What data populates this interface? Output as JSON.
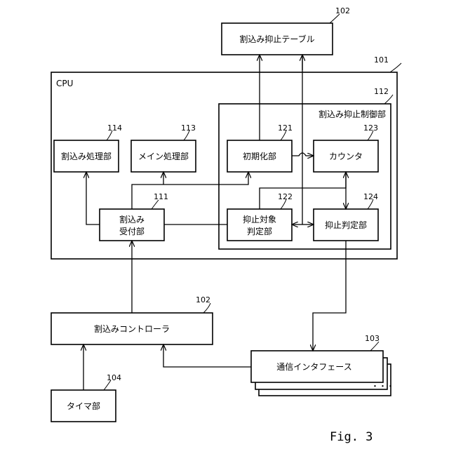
{
  "figure_label": "Fig. 3",
  "blocks": {
    "interrupt_suppression_table": {
      "label": "割込み抑止テーブル",
      "ref": "102"
    },
    "cpu": {
      "label": "CPU",
      "ref": "101"
    },
    "interrupt_suppression_control": {
      "label": "割込み抑止制御部",
      "ref": "112"
    },
    "interrupt_processing": {
      "label": "割込み処理部",
      "ref": "114"
    },
    "main_processing": {
      "label": "メイン処理部",
      "ref": "113"
    },
    "initialization": {
      "label": "初期化部",
      "ref": "121"
    },
    "counter": {
      "label": "カウンタ",
      "ref": "123"
    },
    "interrupt_receiving": {
      "label_line1": "割込み",
      "label_line2": "受付部",
      "ref": "111"
    },
    "suppression_target_judgment": {
      "label_line1": "抑止対象",
      "label_line2": "判定部",
      "ref": "122"
    },
    "suppression_judgment": {
      "label": "抑止判定部",
      "ref": "124"
    },
    "interrupt_controller": {
      "label": "割込みコントローラ",
      "ref": "102"
    },
    "communication_interface": {
      "label": "通信インタフェース",
      "ref": "103",
      "more": "・・・"
    },
    "timer": {
      "label": "タイマ部",
      "ref": "104"
    }
  }
}
